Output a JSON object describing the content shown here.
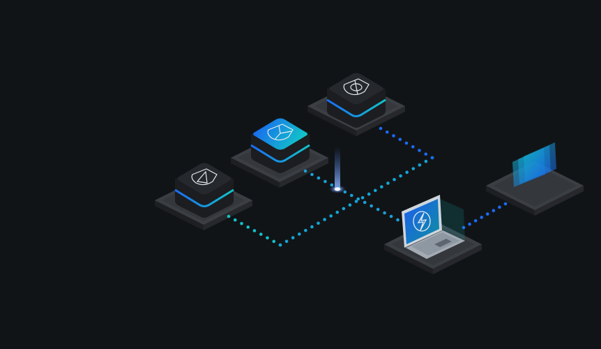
{
  "colors": {
    "background": "#111417",
    "platform_top": "#3b3e43",
    "platform_side": "#26282c",
    "block_top": "#25282c",
    "block_side": "#1b1d20",
    "accent_blue": "#1a6cf5",
    "accent_cyan": "#12c3c9",
    "icon_stroke": "#e8ecef"
  },
  "nodes": [
    {
      "id": "node-left",
      "icon": "shield-triangle-icon",
      "highlighted": false
    },
    {
      "id": "node-center",
      "icon": "shield-pie-icon",
      "highlighted": true
    },
    {
      "id": "node-top",
      "icon": "shield-refresh-icon",
      "highlighted": false
    }
  ],
  "laptop": {
    "icon": "lightning-bolt-icon"
  },
  "display_panel": {
    "icon": "stacked-screens-icon"
  }
}
